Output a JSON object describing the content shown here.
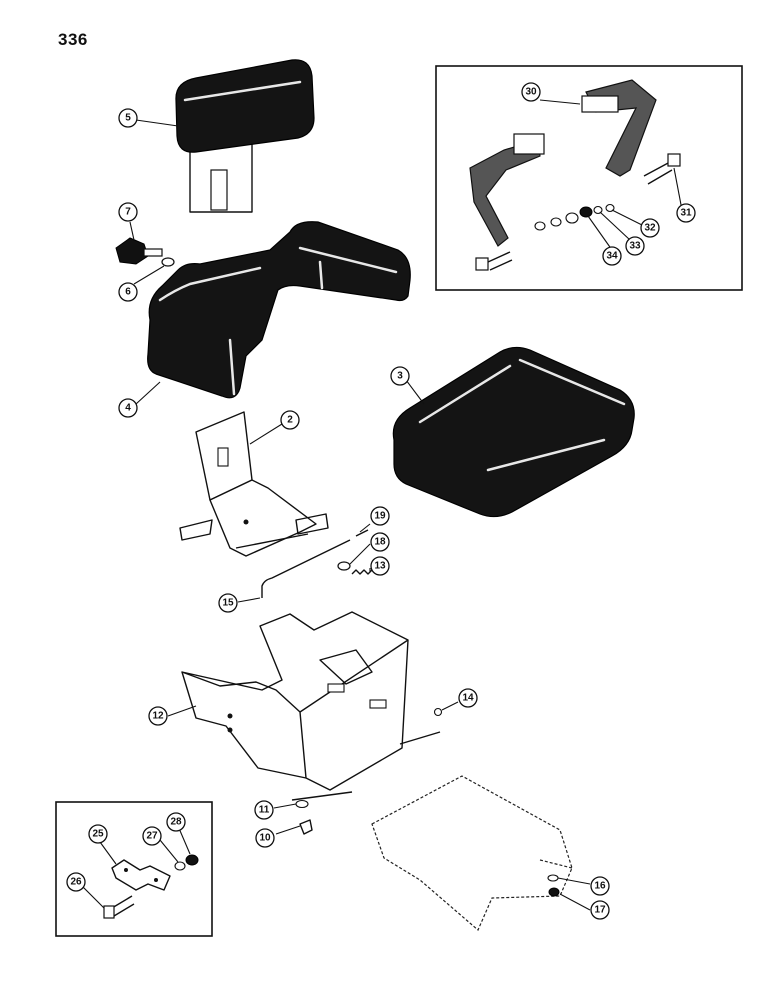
{
  "page_number": "336",
  "callouts": [
    {
      "label": "5"
    },
    {
      "label": "7"
    },
    {
      "label": "6"
    },
    {
      "label": "4"
    },
    {
      "label": "3"
    },
    {
      "label": "2"
    },
    {
      "label": "19"
    },
    {
      "label": "18"
    },
    {
      "label": "13"
    },
    {
      "label": "15"
    },
    {
      "label": "12"
    },
    {
      "label": "14"
    },
    {
      "label": "11"
    },
    {
      "label": "10"
    },
    {
      "label": "16"
    },
    {
      "label": "17"
    },
    {
      "label": "30"
    },
    {
      "label": "31"
    },
    {
      "label": "32"
    },
    {
      "label": "33"
    },
    {
      "label": "34"
    },
    {
      "label": "25"
    },
    {
      "label": "27"
    },
    {
      "label": "28"
    },
    {
      "label": "26"
    }
  ]
}
